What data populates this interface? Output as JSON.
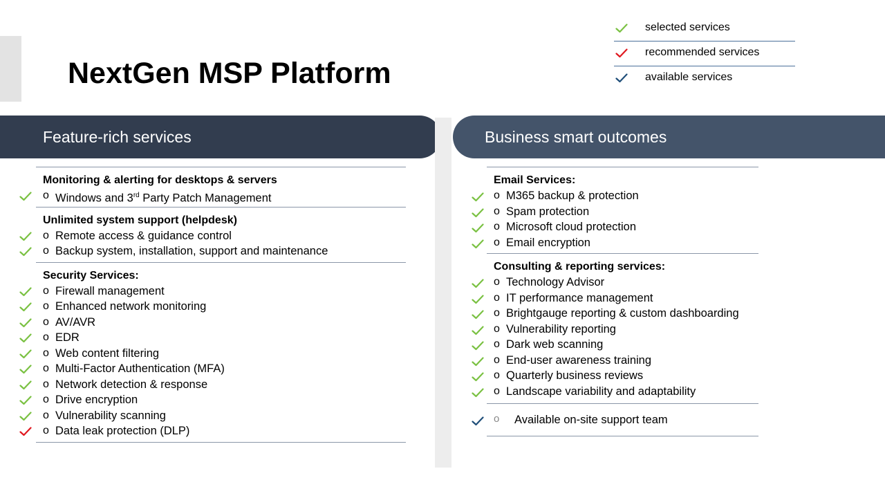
{
  "title": {
    "bold": "NextGen MSP",
    "rest": " Platform"
  },
  "legend": [
    {
      "label": "selected services",
      "status": "selected",
      "color": "#7ac142"
    },
    {
      "label": "recommended services",
      "status": "recommended",
      "color": "#e0181f"
    },
    {
      "label": "available services",
      "status": "available",
      "color": "#1f4e79"
    }
  ],
  "banners": {
    "left": "Feature-rich services",
    "right": "Business smart outcomes"
  },
  "left_sections": [
    {
      "title": "Monitoring & alerting for desktops & servers",
      "items": [
        {
          "label": "Windows and 3",
          "sup": "rd",
          "tail": " Party Patch Management",
          "status": "selected"
        }
      ]
    },
    {
      "title": "Unlimited system support (helpdesk)",
      "items": [
        {
          "label": "Remote access & guidance control",
          "status": "selected"
        },
        {
          "label": "Backup system, installation, support and maintenance",
          "status": "selected"
        }
      ]
    },
    {
      "title": "Security Services:",
      "items": [
        {
          "label": "Firewall management",
          "status": "selected"
        },
        {
          "label": "Enhanced network monitoring",
          "status": "selected"
        },
        {
          "label": "AV/AVR",
          "status": "selected"
        },
        {
          "label": "EDR",
          "status": "selected"
        },
        {
          "label": "Web content filtering",
          "status": "selected"
        },
        {
          "label": "Multi-Factor Authentication (MFA)",
          "status": "selected"
        },
        {
          "label": "Network detection & response",
          "status": "selected"
        },
        {
          "label": "Drive encryption",
          "status": "selected"
        },
        {
          "label": "Vulnerability scanning",
          "status": "selected"
        },
        {
          "label": "Data leak protection (DLP)",
          "status": "recommended"
        }
      ]
    }
  ],
  "right_sections": [
    {
      "title": "Email Services:",
      "items": [
        {
          "label": "M365 backup & protection",
          "status": "selected"
        },
        {
          "label": "Spam protection",
          "status": "selected"
        },
        {
          "label": "Microsoft cloud protection",
          "status": "selected"
        },
        {
          "label": "Email encryption",
          "status": "selected"
        }
      ]
    },
    {
      "title": "Consulting & reporting services:",
      "items": [
        {
          "label": "Technology Advisor",
          "status": "selected"
        },
        {
          "label": "IT performance management",
          "status": "selected"
        },
        {
          "label": "Brightgauge reporting & custom dashboarding",
          "status": "selected"
        },
        {
          "label": "Vulnerability reporting",
          "status": "selected"
        },
        {
          "label": "Dark web scanning",
          "status": "selected"
        },
        {
          "label": "End-user awareness training",
          "status": "selected"
        },
        {
          "label": "Quarterly business reviews",
          "status": "selected"
        },
        {
          "label": "Landscape variability and adaptability",
          "status": "selected"
        }
      ]
    }
  ],
  "onsite": {
    "label": "Available on-site support team",
    "status": "available"
  },
  "bullet_glyph": "o",
  "status_colors": {
    "selected": "#7ac142",
    "recommended": "#e0181f",
    "available": "#1f4e79"
  }
}
